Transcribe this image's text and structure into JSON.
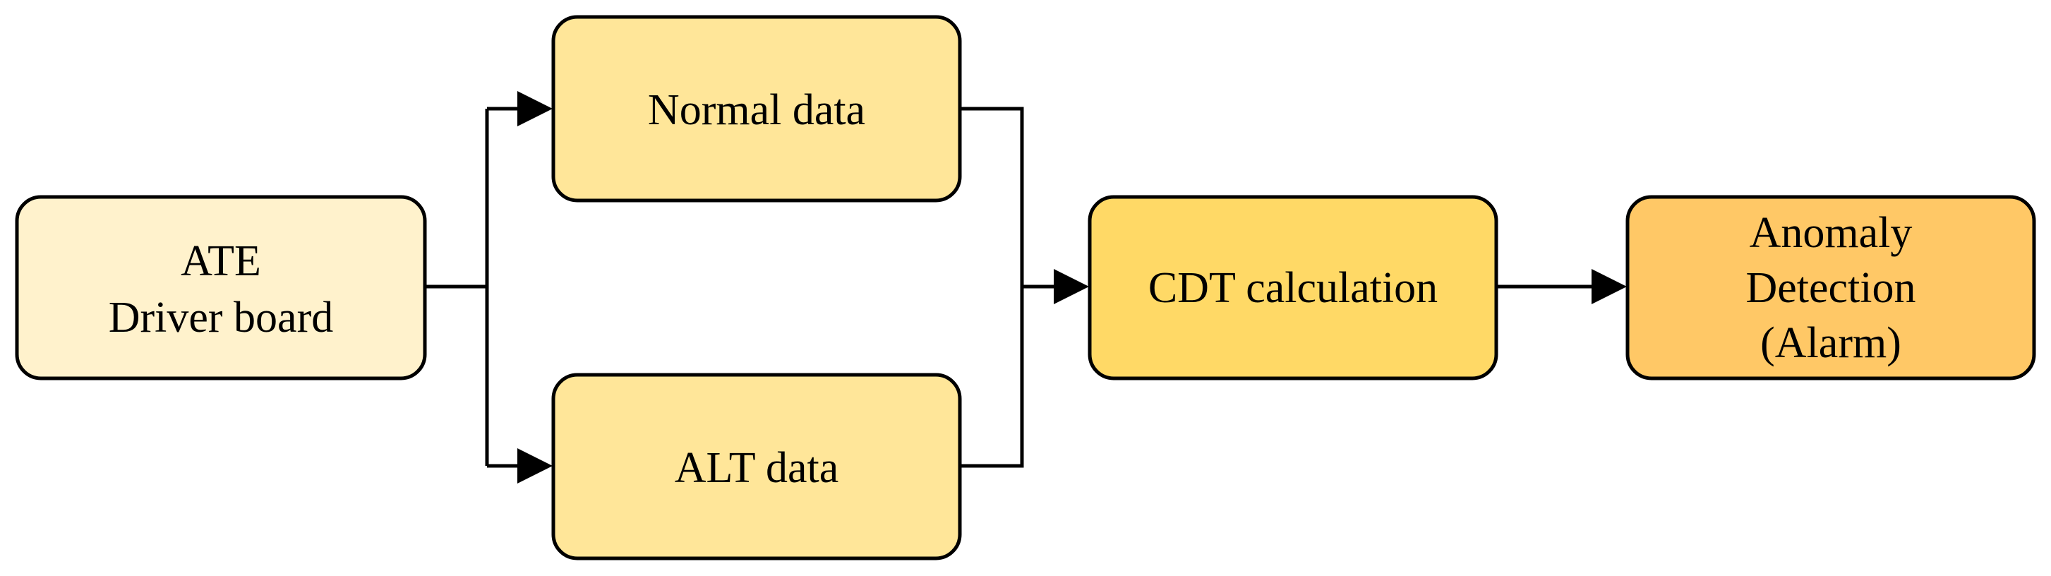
{
  "nodes": {
    "ate": {
      "lines": [
        "ATE",
        "Driver board"
      ],
      "fill": "#FFF2CC"
    },
    "normal": {
      "lines": [
        "Normal data"
      ],
      "fill": "#FFE699"
    },
    "alt": {
      "lines": [
        "ALT data"
      ],
      "fill": "#FFE699"
    },
    "cdt": {
      "lines": [
        "CDT calculation"
      ],
      "fill": "#FFD966"
    },
    "anomaly": {
      "lines": [
        "Anomaly",
        "Detection",
        "(Alarm)"
      ],
      "fill": "#FFC866"
    }
  },
  "colors": {
    "stroke": "#000000",
    "background": "#FFFFFF"
  }
}
